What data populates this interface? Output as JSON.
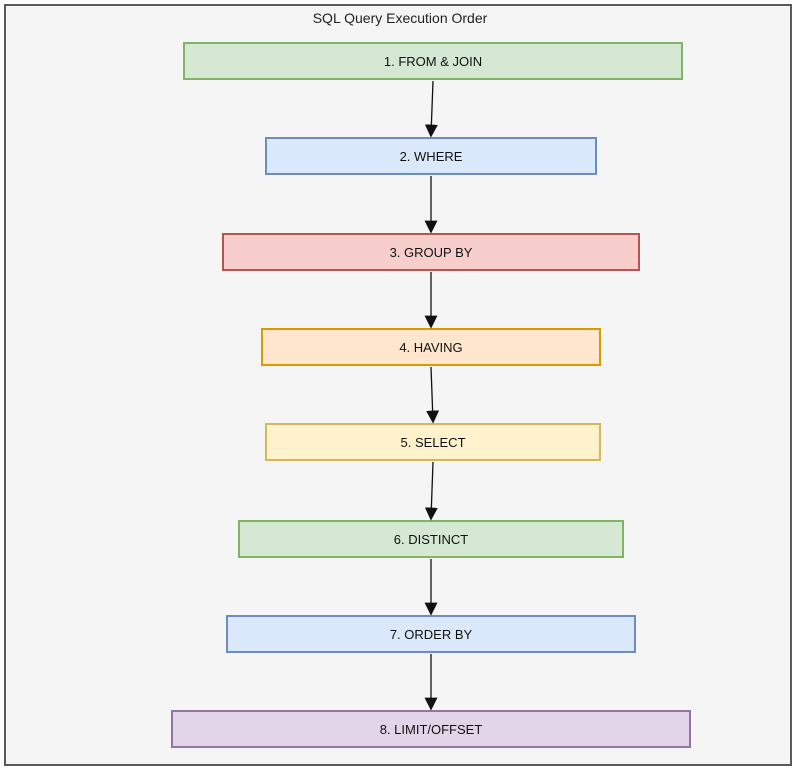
{
  "diagram": {
    "title": "SQL Query Execution Order",
    "steps": [
      {
        "label": "1. FROM & JOIN",
        "fill": "#d5e8d4",
        "stroke": "#82b366"
      },
      {
        "label": "2. WHERE",
        "fill": "#dae8fc",
        "stroke": "#6c8ebf"
      },
      {
        "label": "3. GROUP BY",
        "fill": "#f8cecc",
        "stroke": "#b85450"
      },
      {
        "label": "4. HAVING",
        "fill": "#ffe6cc",
        "stroke": "#d79b00"
      },
      {
        "label": "5. SELECT",
        "fill": "#fff2cc",
        "stroke": "#d6b656"
      },
      {
        "label": "6. DISTINCT",
        "fill": "#d5e8d4",
        "stroke": "#82b366"
      },
      {
        "label": "7. ORDER BY",
        "fill": "#dae8fc",
        "stroke": "#6c8ebf"
      },
      {
        "label": "8. LIMIT/OFFSET",
        "fill": "#e1d5e7",
        "stroke": "#9673a6"
      }
    ]
  }
}
